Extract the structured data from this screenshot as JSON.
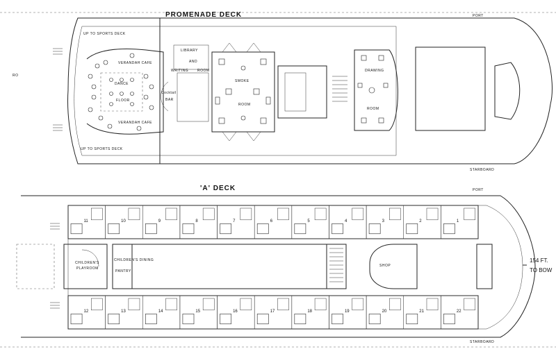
{
  "promenade": {
    "title": "PROMENADE DECK",
    "port": "PORT",
    "starboard": "STARBOARD",
    "up_sports_top": "UP TO SPORTS DECK",
    "up_sports_bottom": "UP TO SPORTS DECK",
    "side_mark": "RO",
    "veranda_top": "VERANDAH CAFE",
    "veranda_bottom": "VERANDAH CAFE",
    "dance": "DANCE",
    "floor": "FLOOR",
    "library": "LIBRARY",
    "and": "AND",
    "writing": "WRITING",
    "room_lib": "ROOM",
    "cocktail": "Cocktail",
    "bar": "BAR",
    "smoke": "SMOKE",
    "room_smoke": "ROOM",
    "drawing": "DRAWING",
    "room_draw": "ROOM"
  },
  "a_deck": {
    "title": "'A' DECK",
    "port": "PORT",
    "starboard": "STARBOARD",
    "childrens": "CHILDREN'S",
    "playroom": "PLAYROOM",
    "childrens_dining": "CHILDREN'S DINING",
    "pantry": "PANTRY",
    "shop": "SHOP",
    "bow_distance": "154 FT.",
    "bow_to": "TO BOW",
    "port_cabins": [
      "11",
      "10",
      "9",
      "8",
      "7",
      "6",
      "5",
      "4",
      "3",
      "2",
      "1"
    ],
    "starboard_cabins": [
      "12",
      "13",
      "14",
      "15",
      "16",
      "17",
      "18",
      "19",
      "20",
      "21",
      "22"
    ]
  }
}
